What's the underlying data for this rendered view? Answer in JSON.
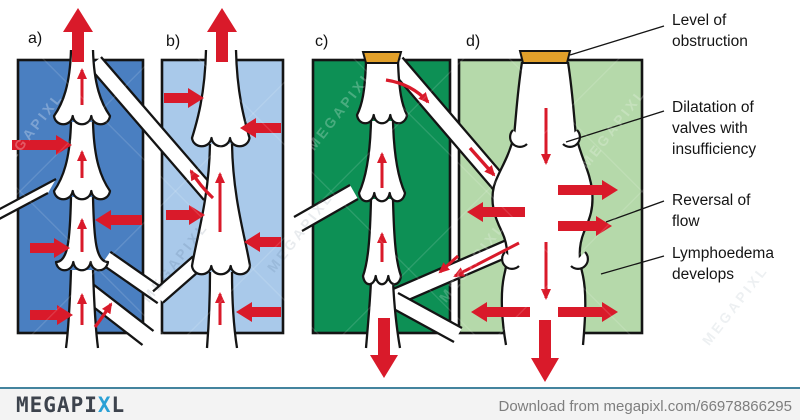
{
  "panels": {
    "a": {
      "label": "a)"
    },
    "b": {
      "label": "b)"
    },
    "c": {
      "label": "c)"
    },
    "d": {
      "label": "d)"
    }
  },
  "annotations": [
    {
      "lines": [
        "Level of",
        "obstruction"
      ]
    },
    {
      "lines": [
        "Dilatation of",
        "valves with",
        "insufficiency"
      ]
    },
    {
      "lines": [
        "Reversal of",
        "flow"
      ]
    },
    {
      "lines": [
        "Lymphoedema",
        "develops"
      ]
    }
  ],
  "watermark": {
    "text": "MEGAPIXL"
  },
  "footer": {
    "logo_prefix": "MEGAPI",
    "logo_accent": "X",
    "logo_suffix": "L",
    "download_text": "Download from megapixl.com/66978866295"
  },
  "colors": {
    "panel-a-bg": "#4a7fc1",
    "panel-b-bg": "#a9c9ea",
    "panel-c-bg": "#0d9055",
    "panel-d-bg": "#b5d9aa",
    "arrow-red": "#d91a2a",
    "obstruction-orange": "#e2a02a",
    "vessel-white": "#ffffff",
    "outline-ink": "#141414",
    "divider-teal": "#44849e",
    "footer-bg": "#f3f3f3",
    "footer-text": "#7e7e7e",
    "logo-gray": "#3d434d",
    "logo-blue": "#2aa0d5"
  }
}
